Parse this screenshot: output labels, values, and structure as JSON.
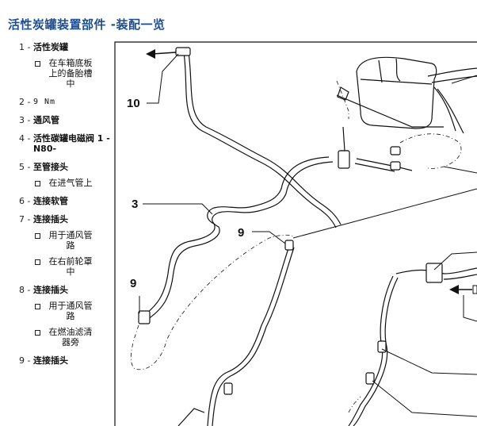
{
  "title": "活性炭罐装置部件 -装配一览",
  "legend": [
    {
      "num": "1 - ",
      "label": "活性炭罐",
      "subs": [
        "在车箱底板上的备胎槽中"
      ]
    },
    {
      "num": "2 - ",
      "label": "9 Nm",
      "subs": []
    },
    {
      "num": "3 - ",
      "label": "通风管",
      "subs": []
    },
    {
      "num": "4 - ",
      "label": "活性碳罐电磁阀 1 -N80-",
      "subs": []
    },
    {
      "num": "5 - ",
      "label": "至管接头",
      "subs": [
        "在进气管上"
      ]
    },
    {
      "num": "6 - ",
      "label": "连接软管",
      "subs": []
    },
    {
      "num": "7 - ",
      "label": "连接插头",
      "subs": [
        "用于通风管路",
        "在右前轮罩中"
      ]
    },
    {
      "num": "8 - ",
      "label": "连接插头",
      "subs": [
        "用于通风管路",
        "在燃油滤清器旁"
      ]
    },
    {
      "num": "9 - ",
      "label": "连接插头",
      "subs": []
    }
  ],
  "callouts": {
    "c10": "10",
    "c3": "3",
    "c9a": "9",
    "c9b": "9"
  }
}
